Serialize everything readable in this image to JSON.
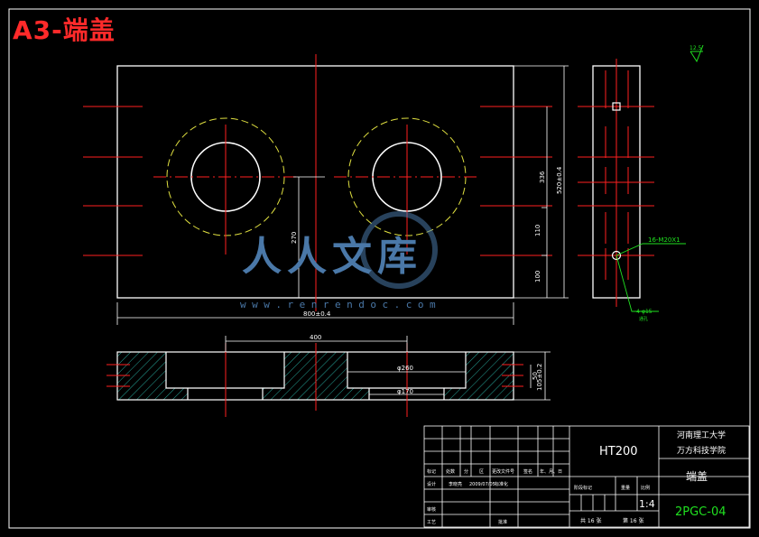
{
  "title": "A3-端盖",
  "roughness": "12.5",
  "dimensions": {
    "d336": "336",
    "d520": "520±0.4",
    "d110": "110",
    "d100": "100",
    "d270": "270",
    "d800": "800±0.4",
    "d400": "400",
    "d260": "φ260",
    "d170": "φ170",
    "d50": "50",
    "d105": "105±0.2"
  },
  "callouts": {
    "thread": "16-M20X1",
    "holes": "4-φ15",
    "holes_note": "通孔"
  },
  "title_block": {
    "material": "HT200",
    "school_line1": "河南理工大学",
    "school_line2": "万方科技学院",
    "part_name": "端盖",
    "drawing_no": "2PGC-04",
    "scale": "1:4",
    "header_row": [
      "标记",
      "处数",
      "分",
      "区",
      "更改文件号",
      "签名",
      "年、月、日"
    ],
    "design_label": "设计",
    "designer": "李晓亮",
    "date": "2009/07/05",
    "std_label": "标准化",
    "review_label": "审核",
    "craft_label": "工艺",
    "approve_label": "批准",
    "stage_label": "阶段标记",
    "weight_label": "重量",
    "ratio_label": "比例",
    "sheets": "共 16 张",
    "sheet_no": "第 16 张"
  },
  "watermark": {
    "text": "人人文库",
    "url": "www.renrendoc.com"
  },
  "colors": {
    "outline": "#ffffff",
    "center": "#ff2020",
    "dim": "#ffffff",
    "hatch": "#2fd0c0",
    "bolt_circle": "#e0e040",
    "green": "#20e020",
    "border": "#ffffff"
  }
}
